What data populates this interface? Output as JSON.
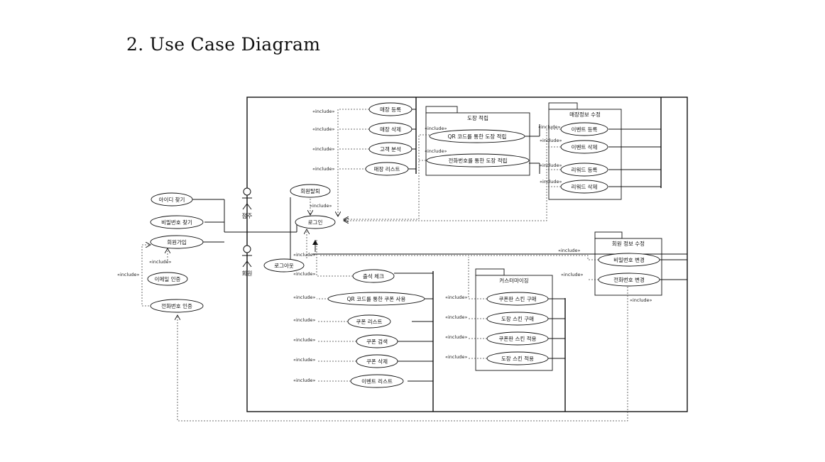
{
  "heading": "2. Use Case Diagram",
  "actors": {
    "owner": "점주",
    "member": "회원"
  },
  "include_label": "«include»",
  "packages": {
    "stamp": "도장 적립",
    "store_info": "매장정보 수정",
    "member_info": "회원 정보 수정",
    "customizing": "커스터마이징"
  },
  "use_cases": {
    "find_id": "아이디 찾기",
    "find_pw": "비밀번호 찾기",
    "signup": "회원가입",
    "email_auth": "이메일 인증",
    "phone_auth": "전화번호 인증",
    "withdraw": "회원탈퇴",
    "login": "로그인",
    "logout": "로그아웃",
    "store_register": "매장 등록",
    "store_delete": "매장 삭제",
    "customer_analysis": "고객 분석",
    "store_list": "매장 리스트",
    "stamp_qr": "QR 코드를 통한 도장 적립",
    "stamp_phone": "전화번호를 통한 도장 적립",
    "event_register": "이벤트 등록",
    "event_delete": "이벤트 삭제",
    "reward_register": "리워드 등록",
    "reward_delete": "리워드 삭제",
    "pw_change": "비밀번호 변경",
    "phone_change": "전화번호 변경",
    "attendance": "출석 체크",
    "coupon_use_qr": "QR 코드를 통한 쿠폰 사용",
    "coupon_list": "쿠폰 리스트",
    "coupon_search": "쿠폰 검색",
    "coupon_delete": "쿠폰 삭제",
    "event_list": "이벤트 리스트",
    "coupon_skin_buy": "쿠폰판 스킨 구매",
    "stamp_skin_buy": "도장 스킨 구매",
    "coupon_skin_apply": "쿠폰판 스킨 적용",
    "stamp_skin_apply": "도장 스킨 적용"
  }
}
